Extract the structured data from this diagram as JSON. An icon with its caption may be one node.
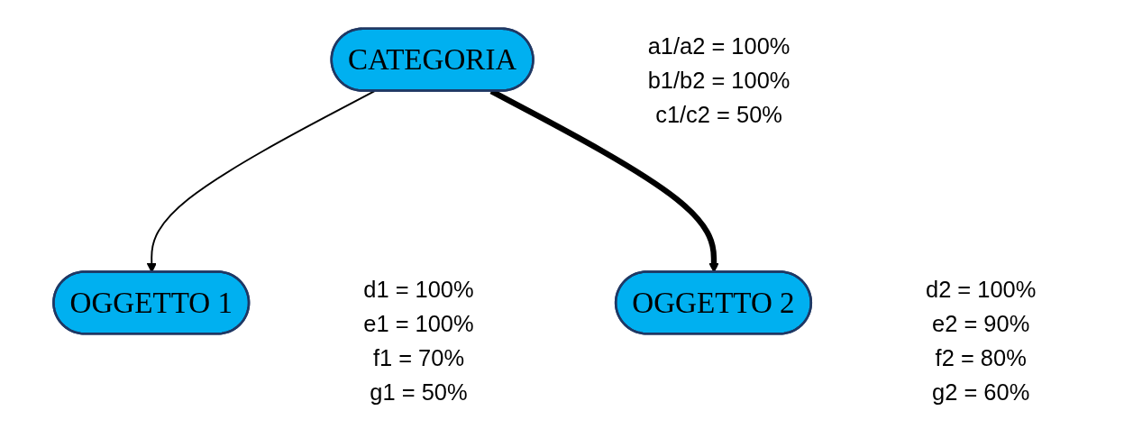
{
  "diagram": {
    "nodes": [
      {
        "text": [
          "CATEGORIA"
        ],
        "beside": [
          "a1/a2 = 100%",
          "b1/b2 = 100%",
          "c1/c2 = 50%"
        ]
      },
      {
        "text": [
          "OGGETTO 1"
        ],
        "beside": [
          "d1 = 100%",
          "e1 = 100%",
          "f1  = 70%",
          "g1 = 50%"
        ]
      },
      {
        "text": [
          "OGGETTO 2"
        ],
        "beside": [
          "d2  = 100%",
          "e2 = 90%",
          "f2 = 80%",
          "g2 = 60%"
        ]
      }
    ],
    "edges": [
      {
        "from": 0,
        "to": 1,
        "arrow": "to"
      },
      {
        "from": 0,
        "to": 2,
        "arrow": "to",
        "style": "thick"
      }
    ]
  }
}
